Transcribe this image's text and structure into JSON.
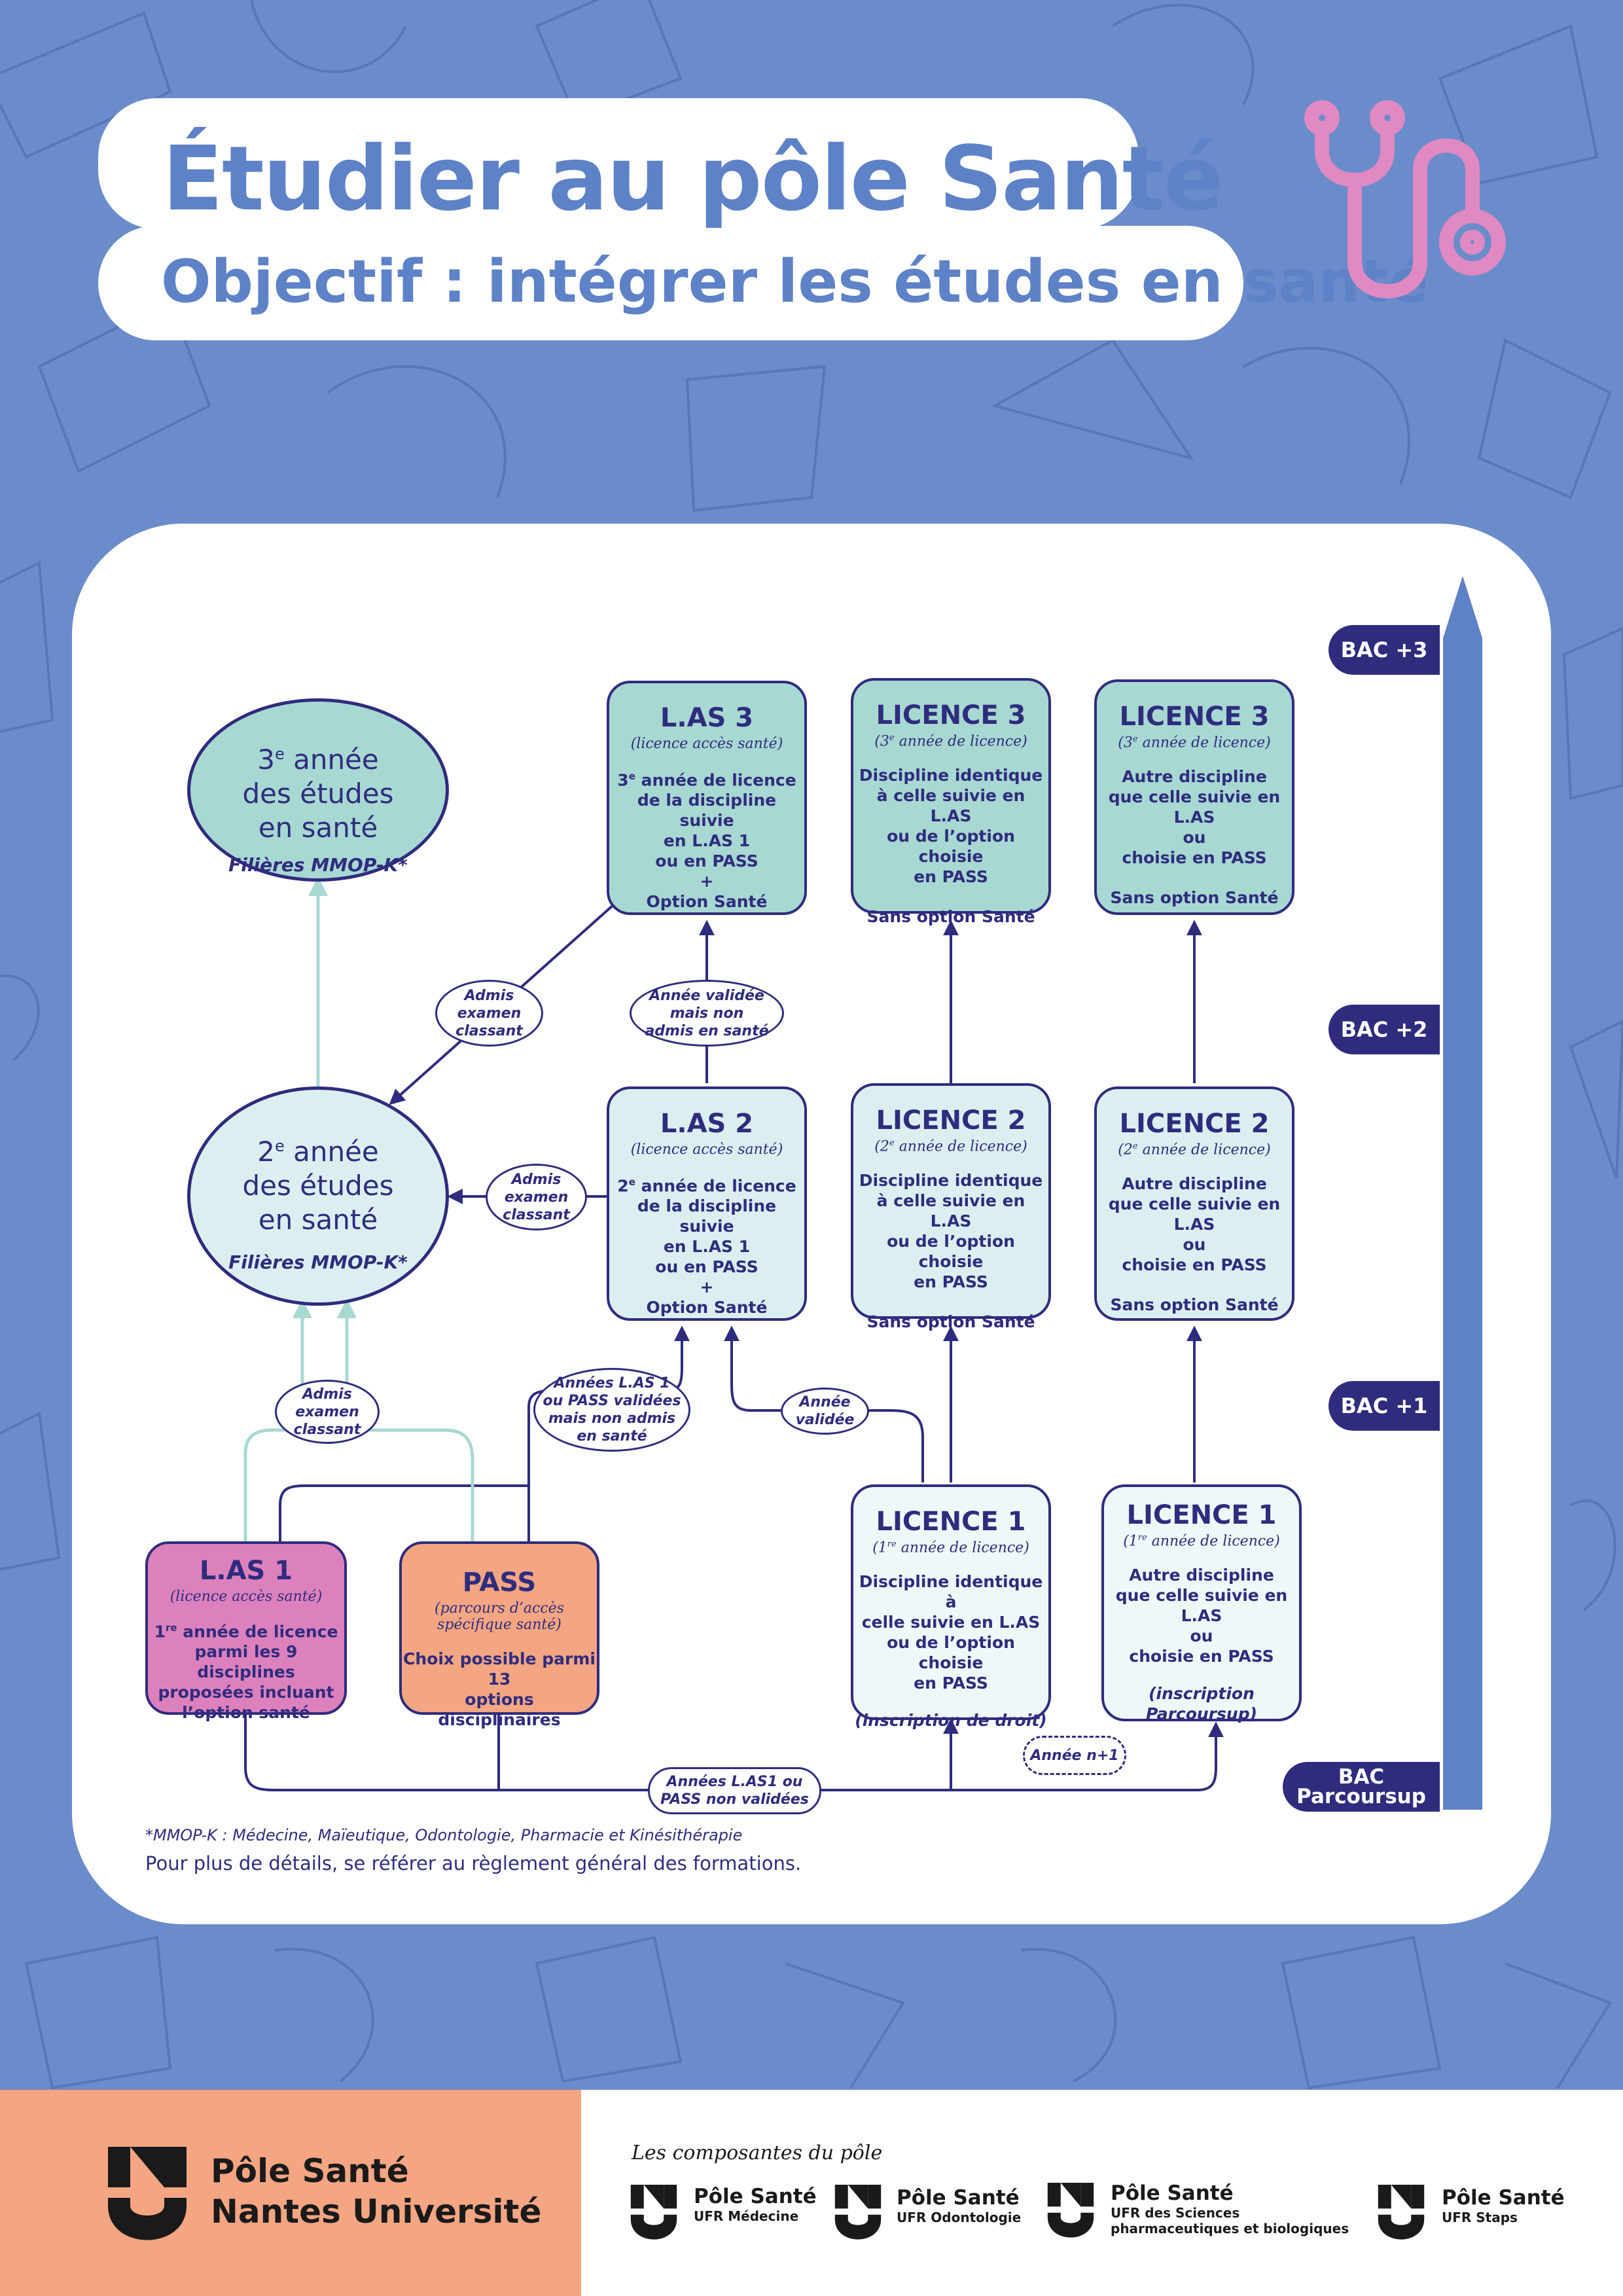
{
  "header": {
    "title": "Étudier au pôle Santé",
    "subtitle": "Objectif : intégrer les études en santé"
  },
  "colors": {
    "background": "#6b8ccb",
    "navy": "#2f2c7e",
    "green": "#a8d8d2",
    "pink": "#dd81bd",
    "orange": "#f4a582",
    "accent_pink_icon": "#e089c2"
  },
  "icons": [
    "stethoscope-icon",
    "nantes-universite-logo"
  ],
  "levels": {
    "bac3": "BAC +3",
    "bac2": "BAC +2",
    "bac1": "BAC +1",
    "bac_top": "BAC",
    "bac_bottom": "Parcoursup"
  },
  "ovals": {
    "year3": {
      "line1": "3e année",
      "sup": "e",
      "num": "3",
      "rest": " année",
      "line2": "des études",
      "line3": "en santé",
      "sub": "Filières MMOP-K*"
    },
    "year2": {
      "num": "2",
      "sup": "e",
      "rest": " année",
      "line2": "des études",
      "line3": "en santé",
      "sub": "Filières MMOP-K*"
    }
  },
  "boxes": {
    "las3": {
      "title": "L.AS 3",
      "subtitle": "(licence accès santé)",
      "lines": [
        "3e année de licence",
        "de la discipline suivie",
        "en L.AS 1",
        "ou en PASS",
        "+",
        "Option Santé"
      ],
      "sup": "e",
      "num": "3",
      "l1rest": " année de licence"
    },
    "licence3a": {
      "title": "LICENCE 3",
      "subtitle_num": "(3",
      "subtitle_sup": "e",
      "subtitle_rest": " année de licence)",
      "lines": [
        "Discipline identique",
        "à celle suivie en L.AS",
        "ou de l’option choisie",
        "en PASS"
      ],
      "extra": "Sans option Santé"
    },
    "licence3b": {
      "title": "LICENCE 3",
      "subtitle_num": "(3",
      "subtitle_sup": "e",
      "subtitle_rest": " année de licence)",
      "lines": [
        "Autre discipline",
        "que celle suivie en L.AS",
        "ou",
        "choisie en PASS"
      ],
      "extra": "Sans option Santé"
    },
    "las2": {
      "title": "L.AS 2",
      "subtitle": "(licence accès santé)",
      "num": "2",
      "sup": "e",
      "l1rest": " année de licence",
      "lines": [
        "de la discipline suivie",
        "en L.AS 1",
        "ou en PASS",
        "+",
        "Option Santé"
      ]
    },
    "licence2a": {
      "title": "LICENCE 2",
      "subtitle_num": "(2",
      "subtitle_sup": "e",
      "subtitle_rest": " année de licence)",
      "lines": [
        "Discipline identique",
        "à celle suivie en L.AS",
        "ou de l’option choisie",
        "en PASS"
      ],
      "extra": "Sans option Santé"
    },
    "licence2b": {
      "title": "LICENCE 2",
      "subtitle_num": "(2",
      "subtitle_sup": "e",
      "subtitle_rest": " année de licence)",
      "lines": [
        "Autre discipline",
        "que celle suivie en L.AS",
        "ou",
        "choisie en PASS"
      ],
      "extra": "Sans option Santé"
    },
    "las1": {
      "title": "L.AS 1",
      "subtitle": "(licence accès santé)",
      "num": "1",
      "sup": "re",
      "l1rest": " année de licence",
      "lines": [
        "parmi les 9 disciplines",
        "proposées incluant",
        "l’option santé"
      ]
    },
    "pass": {
      "title": "PASS",
      "subtitle1": "(parcours d’accès",
      "subtitle2": "spécifique santé)",
      "lines": [
        "Choix possible parmi 13",
        "options disciplinaires"
      ]
    },
    "licence1a": {
      "title": "LICENCE 1",
      "subtitle_num": "(1",
      "subtitle_sup": "re",
      "subtitle_rest": " année de licence)",
      "lines": [
        "Discipline identique à",
        "celle suivie en L.AS",
        "ou de l’option choisie",
        "en PASS"
      ],
      "extra": "(inscription de droit)"
    },
    "licence1b": {
      "title": "LICENCE 1",
      "subtitle_num": "(1",
      "subtitle_sup": "re",
      "subtitle_rest": " année de licence)",
      "lines": [
        "Autre discipline",
        "que celle suivie en L.AS",
        "ou",
        "choisie en PASS"
      ],
      "extra1": "(inscription",
      "extra2": "Parcoursup)"
    }
  },
  "badges": {
    "admis1": [
      "Admis",
      "examen",
      "classant"
    ],
    "admis2": [
      "Admis",
      "examen",
      "classant"
    ],
    "admis3": [
      "Admis",
      "examen",
      "classant"
    ],
    "validee_non_admis": [
      "Année validée",
      "mais non",
      "admis en santé"
    ],
    "las1_pass_validees": [
      "Années L.AS 1",
      "ou PASS validées",
      "mais non admis",
      "en santé"
    ],
    "annee_validee": [
      "Année",
      "validée"
    ],
    "non_validees": [
      "Années L.AS1 ou",
      "PASS non validées"
    ],
    "annee_n1": "Année n+1"
  },
  "footnote": "*MMOP-K : Médecine, Maïeutique, Odontologie, Pharmacie et Kinésithérapie",
  "footnote2": "Pour plus de détails, se référer au règlement général des formations.",
  "footer": {
    "brand_line1": "Pôle Santé",
    "brand_line2": "Nantes Université",
    "composantes_label": "Les composantes du pôle",
    "components": [
      {
        "name": "Pôle Santé",
        "sub1": "UFR Médecine",
        "sub2": ""
      },
      {
        "name": "Pôle Santé",
        "sub1": "UFR Odontologie",
        "sub2": ""
      },
      {
        "name": "Pôle Santé",
        "sub1": "UFR des Sciences",
        "sub2": "pharmaceutiques et biologiques"
      },
      {
        "name": "Pôle Santé",
        "sub1": "UFR Staps",
        "sub2": ""
      }
    ]
  }
}
